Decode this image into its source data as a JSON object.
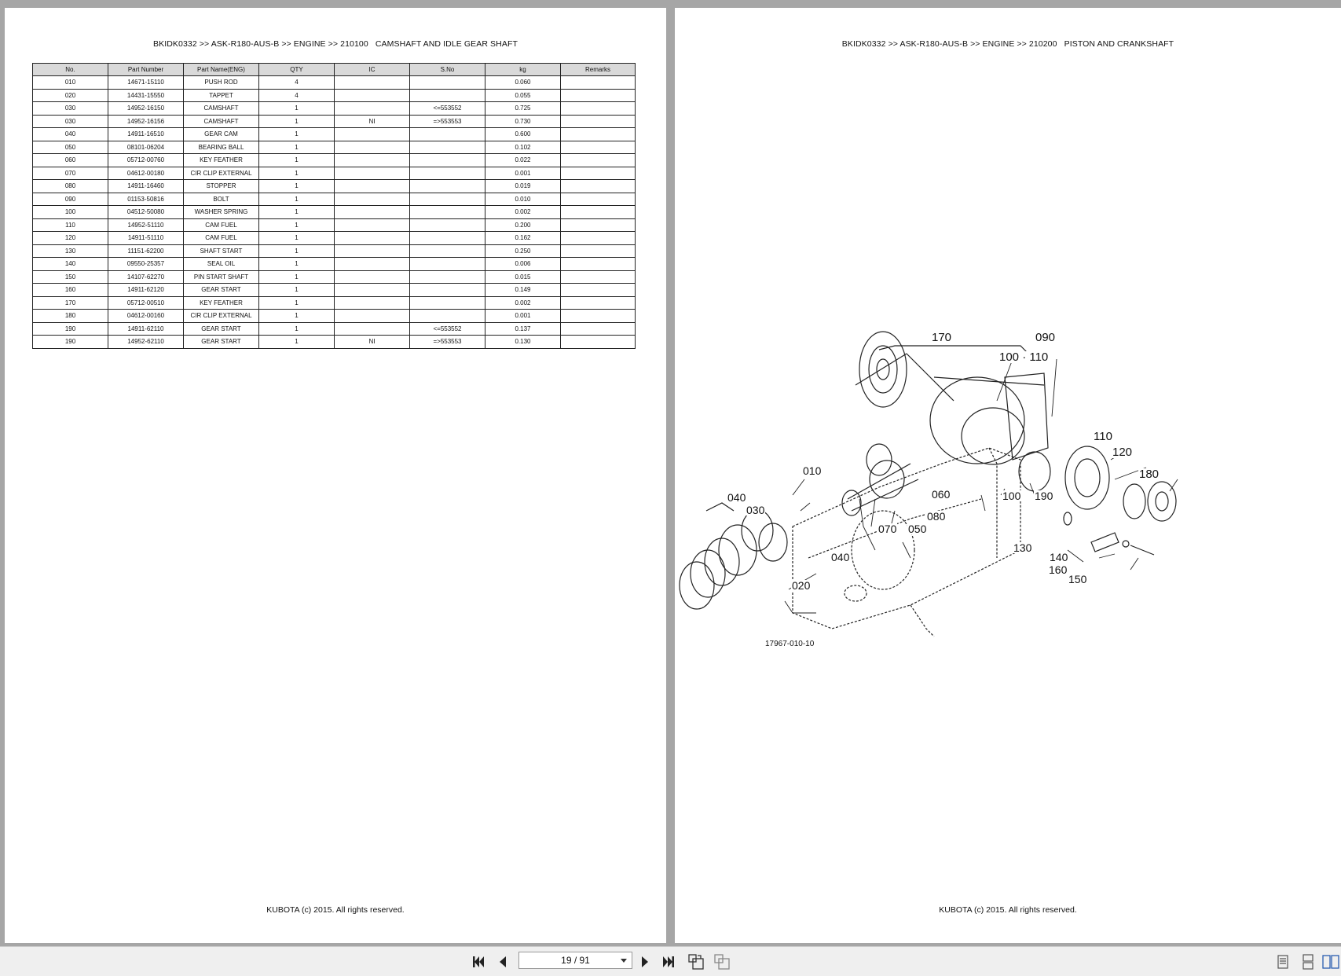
{
  "left_page": {
    "breadcrumb": "BKIDK0332 >> ASK-R180-AUS-B >> ENGINE >> 210100   CAMSHAFT AND IDLE GEAR SHAFT",
    "columns": [
      "No.",
      "Part Number",
      "Part Name(ENG)",
      "QTY",
      "IC",
      "S.No",
      "kg",
      "Remarks"
    ],
    "rows": [
      {
        "no": "010",
        "part_number": "14671-15110",
        "name": "PUSH ROD",
        "qty": "4",
        "ic": "",
        "sno": "",
        "kg": "0.060",
        "remarks": ""
      },
      {
        "no": "020",
        "part_number": "14431-15550",
        "name": "TAPPET",
        "qty": "4",
        "ic": "",
        "sno": "",
        "kg": "0.055",
        "remarks": ""
      },
      {
        "no": "030",
        "part_number": "14952-16150",
        "name": "CAMSHAFT",
        "qty": "1",
        "ic": "",
        "sno": "<=553552",
        "kg": "0.725",
        "remarks": ""
      },
      {
        "no": "030",
        "part_number": "14952-16156",
        "name": "CAMSHAFT",
        "qty": "1",
        "ic": "NI",
        "sno": "=>553553",
        "kg": "0.730",
        "remarks": ""
      },
      {
        "no": "040",
        "part_number": "14911-16510",
        "name": "GEAR CAM",
        "qty": "1",
        "ic": "",
        "sno": "",
        "kg": "0.600",
        "remarks": ""
      },
      {
        "no": "050",
        "part_number": "08101-06204",
        "name": "BEARING BALL",
        "qty": "1",
        "ic": "",
        "sno": "",
        "kg": "0.102",
        "remarks": ""
      },
      {
        "no": "060",
        "part_number": "05712-00760",
        "name": "KEY FEATHER",
        "qty": "1",
        "ic": "",
        "sno": "",
        "kg": "0.022",
        "remarks": ""
      },
      {
        "no": "070",
        "part_number": "04612-00180",
        "name": "CIR CLIP EXTERNAL",
        "qty": "1",
        "ic": "",
        "sno": "",
        "kg": "0.001",
        "remarks": ""
      },
      {
        "no": "080",
        "part_number": "14911-16460",
        "name": "STOPPER",
        "qty": "1",
        "ic": "",
        "sno": "",
        "kg": "0.019",
        "remarks": ""
      },
      {
        "no": "090",
        "part_number": "01153-50816",
        "name": "BOLT",
        "qty": "1",
        "ic": "",
        "sno": "",
        "kg": "0.010",
        "remarks": ""
      },
      {
        "no": "100",
        "part_number": "04512-50080",
        "name": "WASHER SPRING",
        "qty": "1",
        "ic": "",
        "sno": "",
        "kg": "0.002",
        "remarks": ""
      },
      {
        "no": "110",
        "part_number": "14952-51110",
        "name": "CAM FUEL",
        "qty": "1",
        "ic": "",
        "sno": "",
        "kg": "0.200",
        "remarks": ""
      },
      {
        "no": "120",
        "part_number": "14911-51110",
        "name": "CAM FUEL",
        "qty": "1",
        "ic": "",
        "sno": "",
        "kg": "0.162",
        "remarks": ""
      },
      {
        "no": "130",
        "part_number": "11151-62200",
        "name": "SHAFT START",
        "qty": "1",
        "ic": "",
        "sno": "",
        "kg": "0.250",
        "remarks": ""
      },
      {
        "no": "140",
        "part_number": "09550-25357",
        "name": "SEAL OIL",
        "qty": "1",
        "ic": "",
        "sno": "",
        "kg": "0.006",
        "remarks": ""
      },
      {
        "no": "150",
        "part_number": "14107-62270",
        "name": "PIN START SHAFT",
        "qty": "1",
        "ic": "",
        "sno": "",
        "kg": "0.015",
        "remarks": ""
      },
      {
        "no": "160",
        "part_number": "14911-62120",
        "name": "GEAR START",
        "qty": "1",
        "ic": "",
        "sno": "",
        "kg": "0.149",
        "remarks": ""
      },
      {
        "no": "170",
        "part_number": "05712-00510",
        "name": "KEY FEATHER",
        "qty": "1",
        "ic": "",
        "sno": "",
        "kg": "0.002",
        "remarks": ""
      },
      {
        "no": "180",
        "part_number": "04612-00160",
        "name": "CIR CLIP EXTERNAL",
        "qty": "1",
        "ic": "",
        "sno": "",
        "kg": "0.001",
        "remarks": ""
      },
      {
        "no": "190",
        "part_number": "14911-62110",
        "name": "GEAR START",
        "qty": "1",
        "ic": "",
        "sno": "<=553552",
        "kg": "0.137",
        "remarks": ""
      },
      {
        "no": "190",
        "part_number": "14952-62110",
        "name": "GEAR  START",
        "qty": "1",
        "ic": "NI",
        "sno": "=>553553",
        "kg": "0.130",
        "remarks": ""
      }
    ],
    "footer": "KUBOTA (c) 2015. All rights reserved."
  },
  "right_page": {
    "breadcrumb": "BKIDK0332 >> ASK-R180-AUS-B >> ENGINE >> 210200   PISTON AND CRANKSHAFT",
    "diagram": {
      "drawing_code": "17967-010-10",
      "callouts": [
        "170",
        "090",
        "100 · 110",
        "110",
        "120",
        "180",
        "010",
        "060",
        "100",
        "190",
        "040",
        "030",
        "080",
        "070",
        "050",
        "130",
        "040",
        "140",
        "160",
        "150",
        "020"
      ]
    },
    "footer": "KUBOTA (c) 2015. All rights reserved."
  },
  "toolbar": {
    "page_indicator": "19 / 91",
    "icons": [
      "first-page-icon",
      "previous-page-icon",
      "next-page-icon",
      "last-page-icon",
      "rotate-icon",
      "copy-icon",
      "single-page-view-icon",
      "continuous-view-icon",
      "two-page-view-icon"
    ]
  }
}
